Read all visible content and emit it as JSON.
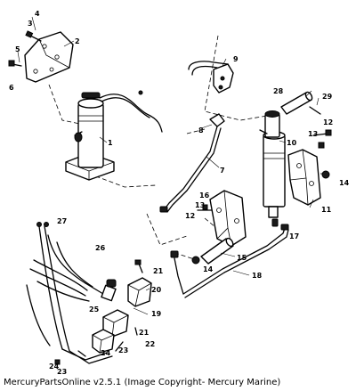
{
  "caption": "MercuryPartsOnline v2.5.1 (Image Copyright- Mercury Marine)",
  "callouts": {
    "n1": "1",
    "n2": "2",
    "n3": "3",
    "n4": "4",
    "n5": "5",
    "n6": "6",
    "n7": "7",
    "n8": "8",
    "n9": "9",
    "n10": "10",
    "n11": "11",
    "n12a": "12",
    "n12b": "12",
    "n13a": "13",
    "n13b": "13",
    "n14a": "14",
    "n14b": "14",
    "n15": "15",
    "n16": "16",
    "n17": "17",
    "n18": "18",
    "n19": "19",
    "n20": "20",
    "n21a": "21",
    "n21b": "21",
    "n22": "22",
    "n23a": "23",
    "n23b": "23",
    "n24a": "24",
    "n24b": "24",
    "n25": "25",
    "n26": "26",
    "n27": "27",
    "n28": "28",
    "n29": "29"
  }
}
